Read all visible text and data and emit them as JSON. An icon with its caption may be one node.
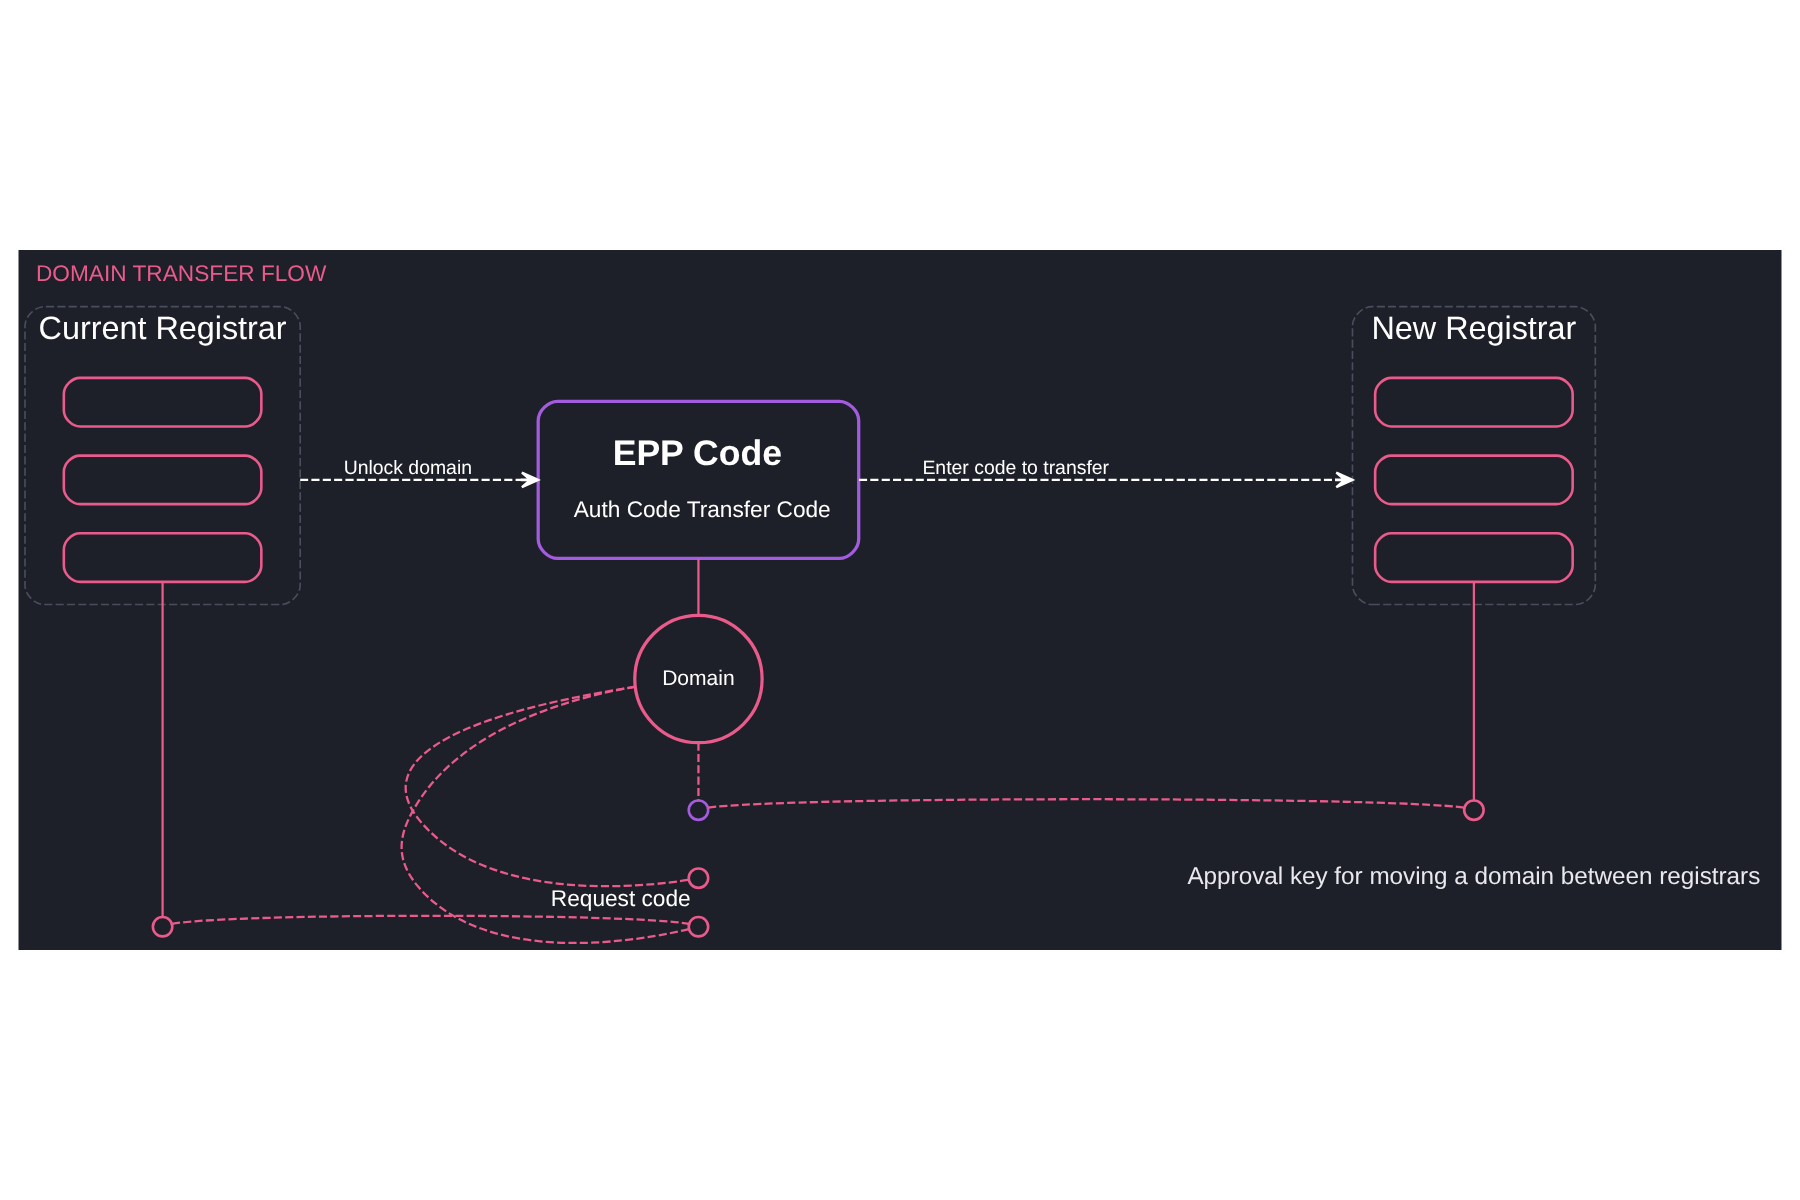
{
  "diagram": {
    "title": "DOMAIN TRANSFER FLOW",
    "caption": "Approval key for moving a domain between registrars",
    "nodes": [
      {
        "text": [
          "Current Registrar"
        ]
      },
      {
        "text": [],
        "shape": "box",
        "in": 0
      },
      {
        "text": [],
        "shape": "box",
        "in": 0
      },
      {
        "text": [],
        "shape": "box",
        "in": 0
      },
      {
        "text": [
          "EPP Code",
          "Auth Code Transfer Code"
        ]
      },
      {
        "text": [
          "New Registrar"
        ]
      },
      {
        "text": [],
        "shape": "box",
        "in": 5
      },
      {
        "text": [],
        "shape": "box",
        "in": 5
      },
      {
        "text": [],
        "shape": "box",
        "in": 5
      },
      {
        "text": [
          "Domain"
        ]
      },
      {
        "text": [],
        "shape": "circle"
      },
      {
        "text": [],
        "shape": "circle"
      },
      {
        "text": [],
        "shape": "circle"
      },
      {
        "text": [],
        "shape": "circle"
      },
      {
        "text": [],
        "shape": "circle",
        "beside": [
          "Request code"
        ]
      }
    ],
    "edges": [
      {
        "from": 0,
        "to": 4,
        "arrow": "to",
        "label": "Unlock domain",
        "style": "dashed",
        "color": "#ffffff"
      },
      {
        "from": 4,
        "to": 5,
        "arrow": "to",
        "label": "Enter code to transfer",
        "style": "dashed",
        "color": "#ffffff"
      },
      {
        "from": 4,
        "to": 9,
        "arrow": "none"
      },
      {
        "from": 3,
        "to": 10,
        "arrow": "none"
      },
      {
        "from": 10,
        "to": 11,
        "arrow": "none",
        "style": "dashed"
      },
      {
        "from": 11,
        "to": 9,
        "arrow": "none",
        "style": "dashed"
      },
      {
        "from": 9,
        "to": 12,
        "arrow": "none",
        "style": "dashed"
      },
      {
        "from": 12,
        "to": 13,
        "arrow": "none",
        "style": "dashed"
      },
      {
        "from": 13,
        "to": 8,
        "arrow": "none"
      },
      {
        "from": 9,
        "to": 14,
        "arrow": "none",
        "style": "dashed"
      }
    ]
  }
}
